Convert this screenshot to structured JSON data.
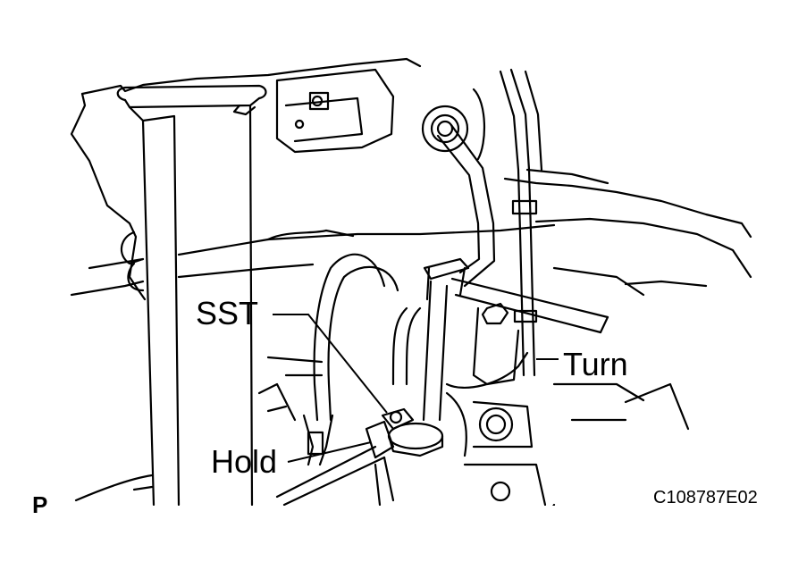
{
  "labels": {
    "sst": "SST",
    "turn": "Turn",
    "hold": "Hold",
    "view": "P",
    "code": "C108787E02"
  },
  "colors": {
    "line": "#000000",
    "background": "#ffffff"
  }
}
